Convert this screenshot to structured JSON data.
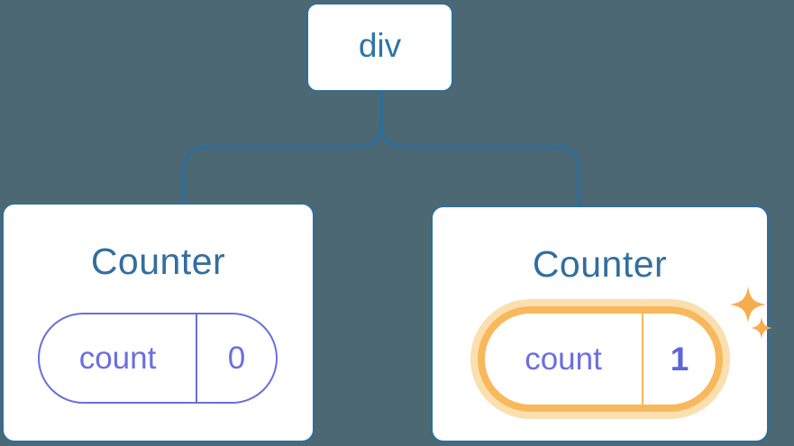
{
  "diagram": {
    "description": "React component tree with state diagram",
    "colors": {
      "background": "#4C6872",
      "node_border_blue": "#2E6E9E",
      "node_text_blue": "#2E74A8",
      "title_blue": "#336E9E",
      "state_purple": "#6B6FE0",
      "highlight_orange": "#F8B85C",
      "highlight_glow": "#FBDFAE",
      "sparkle_orange": "#F7AC4D"
    },
    "tree": {
      "root": {
        "label": "div"
      },
      "children": [
        {
          "title": "Counter",
          "highlighted": false,
          "state": {
            "key": "count",
            "value": "0"
          }
        },
        {
          "title": "Counter",
          "highlighted": true,
          "state": {
            "key": "count",
            "value": "1"
          }
        }
      ]
    }
  }
}
